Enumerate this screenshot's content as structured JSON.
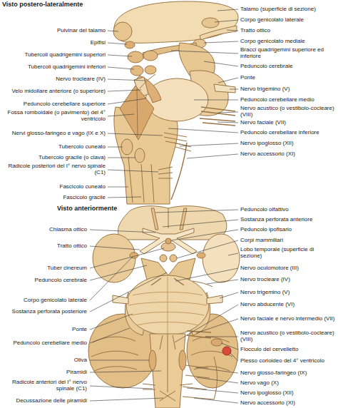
{
  "diagram": {
    "labels": [
      "Visto postero-lateralmente",
      "Pulvinar del talamo",
      "Epifisi",
      "Tubercoli quadrigemini superiori",
      "Tubercoli quadrigemini inferiori",
      "Nervo trocleare (IV)",
      "Velo midollare anteriore (o superiore)",
      "Peduncolo cerebellare superiore",
      "Fossa romboidale (o pavimento) del 4° ventricolo",
      "Nervi glosso-faringeo e vago (IX e X)",
      "Tubercolo cuneato",
      "Tubercolo gracile (o clava)",
      "Radicole posteriori del I° nervo spinale (C1)",
      "Fascicolo cuneato",
      "Fascicolo gracile",
      "Talamo (superficie di sezione)",
      "Corpo genicolato laterale",
      "Tratto ottico",
      "Corpo genicolato mediale",
      "Bracci quadrigemini superiore ed inferiore",
      "Peduncolo cerebrale",
      "Ponte",
      "Nervo trigemino (V)",
      "Peduncolo cerebellare medio",
      "Nervo acustico (o vestibolo-cocleare) (VIII)",
      "Nervo faciale (VII)",
      "Peduncolo cerebellare inferiore",
      "Nervo ipoglosso (XII)",
      "Nervo accessorio (XI)",
      "Visto anteriormente",
      "Peduncolo olfattivo",
      "Sostanza perforata anteriore",
      "Peduncolo ipofisario",
      "Corpi mammillari",
      "Lobo temporale (superficie di sezione)",
      "Nervo oculomotore (III)",
      "Nervo trocleare (IV)",
      "Nervo trigemino (V)",
      "Nervo abducente (VI)",
      "Nervo faciale e nervo intermedio (VII)",
      "Nervo acustico (o vestibolo-cocleare) (VIII)",
      "Flocculo del cervelletto",
      "Plesso corioideo del 4° ventricolo",
      "Nervo glosso-faringeo (IX)",
      "Nervo vago (X)",
      "Nervo ipoglosso (XII)",
      "Nervo accessorio (XI)",
      "Chiasma ottico",
      "Tratto ottico",
      "Tuber cinereum",
      "Peduncolo cerebrale",
      "Corpo genicolato laterale",
      "Sostanza perforata posteriore",
      "Ponte",
      "Peduncolo cerebellare medio",
      "Oliva",
      "Piramidi",
      "Radicole anteriori del I° nervo spinale (C1)",
      "Decussazione delle piramidi"
    ]
  }
}
